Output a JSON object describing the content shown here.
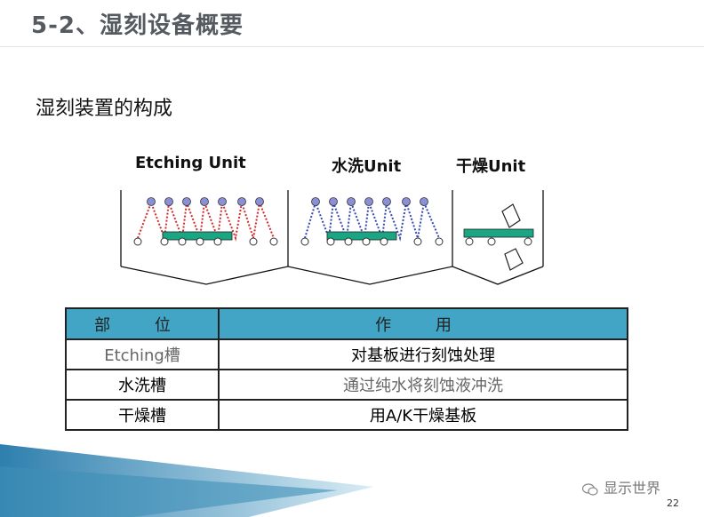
{
  "title": "5-2、湿刻设备概要",
  "subtitle": "湿刻装置的构成",
  "units": {
    "etching": "Etching  Unit",
    "rinse": "水洗Unit",
    "dry": "干燥Unit"
  },
  "table": {
    "headers": [
      "部 位",
      "作 用"
    ],
    "rows": [
      [
        "Etching槽",
        "对基板进行刻蚀处理"
      ],
      [
        "水洗槽",
        "通过纯水将刻蚀液冲洗"
      ],
      [
        "干燥槽",
        "用A/K干燥基板"
      ]
    ]
  },
  "footer": {
    "brand": "显示世界",
    "page": "22"
  },
  "colors": {
    "header_fill": "#42a5c5",
    "substrate": "#1aa682",
    "nozzle": "#8b8fd8",
    "etch_spray": "#d22b2b",
    "rinse_spray": "#3447b5",
    "wedge": "#3d8fb8"
  }
}
